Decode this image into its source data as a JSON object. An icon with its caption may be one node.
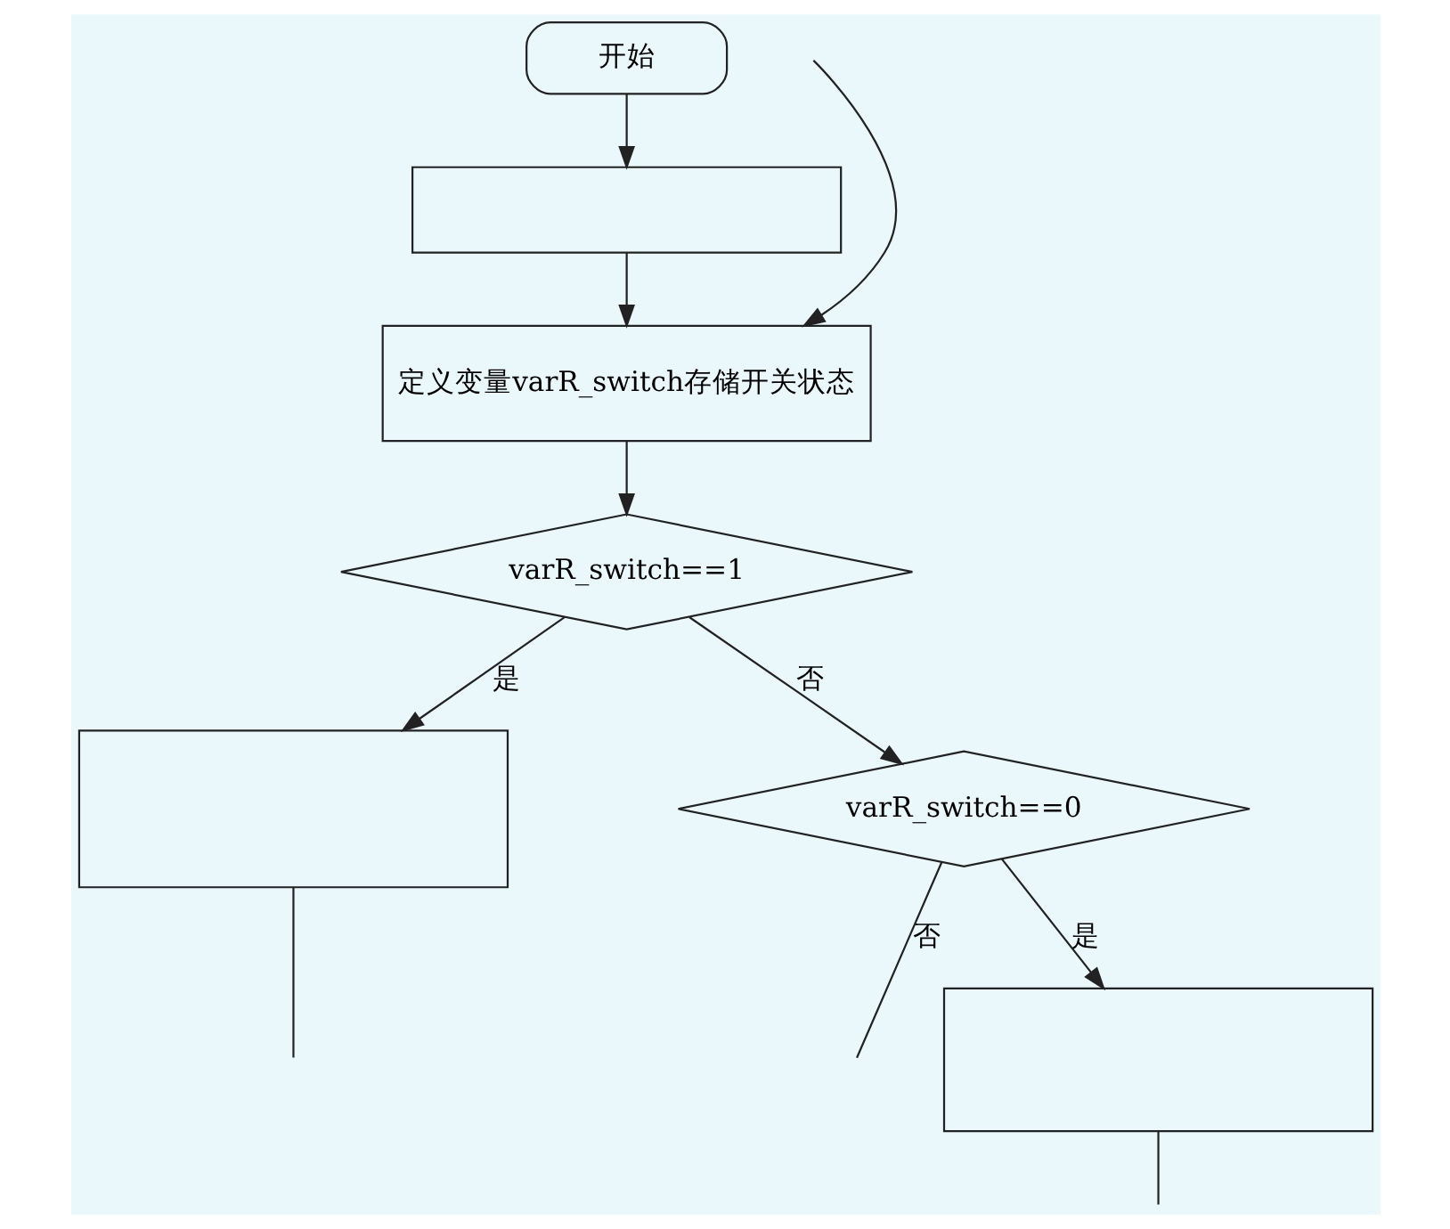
{
  "diagram": {
    "nodes": [
      {
        "text": [
          "开始"
        ]
      },
      {
        "text": [],
        "shape": "box"
      },
      {
        "text": [
          "定义变量varR_switch存储开关状态"
        ]
      },
      {
        "text": [
          "varR_switch==1"
        ]
      },
      {
        "text": [
          "varR_switch==0"
        ]
      },
      {
        "text": [],
        "shape": "box"
      },
      {
        "text": [],
        "shape": "box"
      }
    ],
    "edges": [
      {
        "from": 0,
        "to": 1,
        "arrow": "to"
      },
      {
        "from": 1,
        "to": 2,
        "arrow": "to"
      },
      {
        "from": null,
        "to": 2,
        "arrow": "to"
      },
      {
        "from": 2,
        "to": 3,
        "arrow": "to"
      },
      {
        "from": 3,
        "to": 4,
        "label": "否",
        "arrow": "to"
      },
      {
        "from": 3,
        "to": 5,
        "label": "是",
        "arrow": "to"
      },
      {
        "from": 4,
        "to": null,
        "label": "否",
        "arrow": "none"
      },
      {
        "from": 4,
        "to": 6,
        "label": "是",
        "arrow": "to"
      },
      {
        "from": 5,
        "to": null,
        "arrow": "none"
      },
      {
        "from": 6,
        "to": null,
        "arrow": "none"
      }
    ]
  }
}
